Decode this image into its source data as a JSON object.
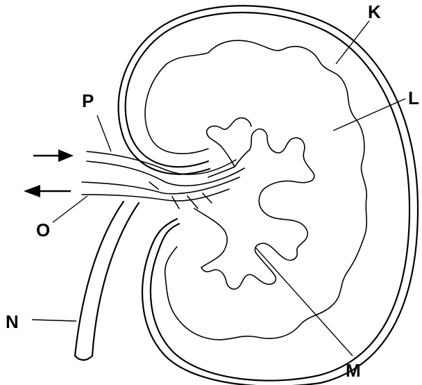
{
  "labels": {
    "K": "K",
    "L": "L",
    "M": "M",
    "N": "N",
    "O": "O",
    "P": "P"
  },
  "colors": {
    "line": "#000000",
    "background": "#ffffff"
  }
}
